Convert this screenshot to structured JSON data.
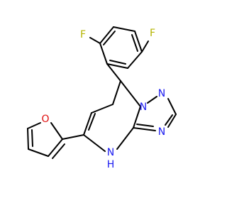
{
  "molecule": {
    "colors": {
      "bond": "#000000",
      "fluorine": "#b4b400",
      "nitrogen": "#1a1af0",
      "oxygen": "#e01010"
    },
    "atoms": {
      "f1": "F",
      "f2": "F",
      "n1": "N",
      "n2": "N",
      "n3": "N",
      "n4": "N",
      "nh_h": "H",
      "o1": "O"
    }
  }
}
